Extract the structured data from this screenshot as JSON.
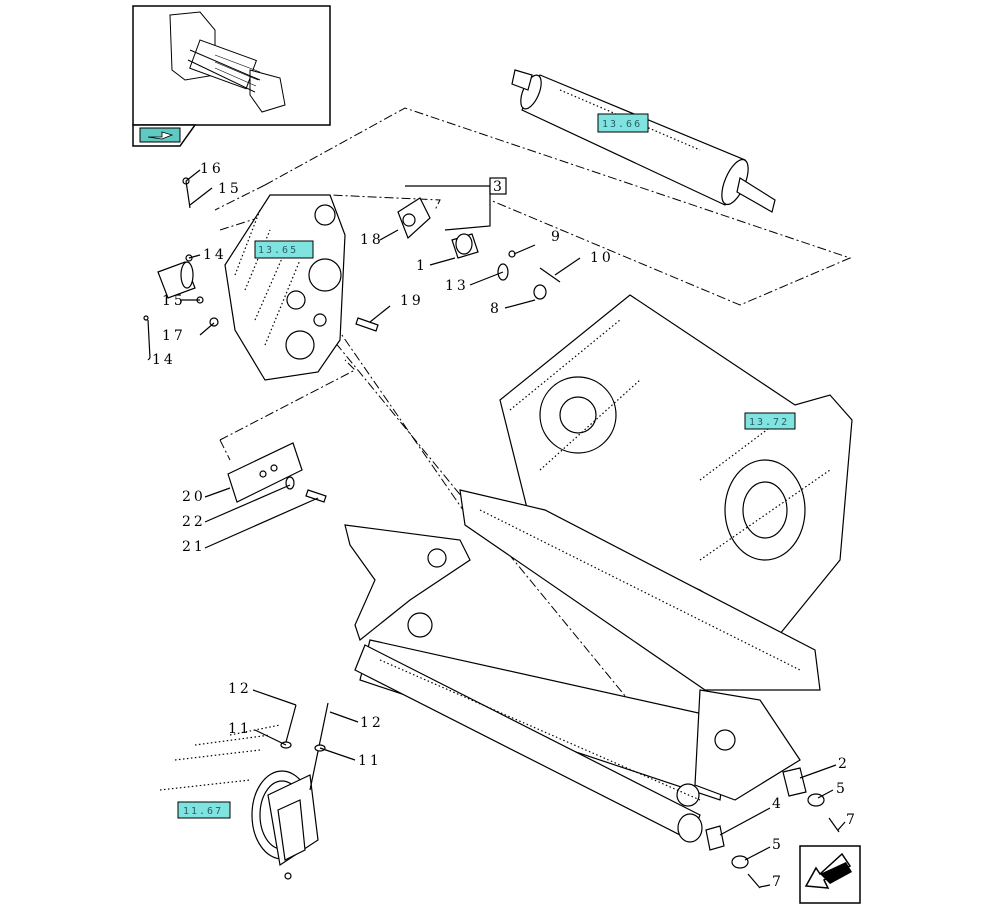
{
  "parts": [
    "1",
    "2",
    "3",
    "4",
    "5",
    "5",
    "7",
    "7",
    "8",
    "9",
    "10",
    "11",
    "11",
    "12",
    "12",
    "13",
    "14",
    "14",
    "15",
    "15",
    "16",
    "17",
    "18",
    "19",
    "20",
    "21",
    "22"
  ],
  "references": [
    "13.66",
    "13.65",
    "13.72",
    "11.67"
  ],
  "colors": {
    "reference_fill": "#7fe3df",
    "reference_text": "#2a5f66",
    "line": "#000000",
    "nav_icon": "#5fc9c2"
  },
  "icons": {
    "nav_back": "folder-arrow-icon",
    "nav_forward": "arrow-down-left-icon"
  }
}
